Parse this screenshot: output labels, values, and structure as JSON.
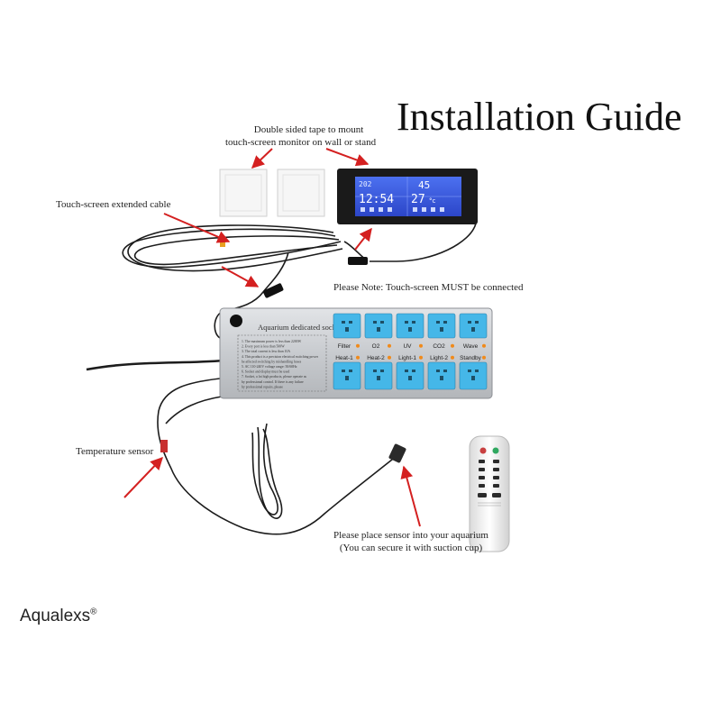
{
  "page": {
    "title": "Installation Guide",
    "brand": "Aqualexs",
    "brand_mark": "®"
  },
  "labels": {
    "tape_line1": "Double sided tape to mount",
    "tape_line2": "touch-screen monitor on wall or stand",
    "extended_cable": "Touch-screen extended cable",
    "note": "Please Note: Touch-screen MUST be connected",
    "temp_sensor": "Temperature sensor",
    "sensor_line1": "Please place sensor into your aquarium",
    "sensor_line2": "(You can secure it with suction cup)"
  },
  "monitor": {
    "date": "202",
    "time": "12:54",
    "top_right": "45",
    "temperature": "27",
    "unit": "°c"
  },
  "socket": {
    "header": "Aquarium dedicated socket",
    "top_row": [
      "Filter",
      "O2",
      "UV",
      "CO2",
      "Wave"
    ],
    "bottom_row": [
      "Heat-1",
      "Heat-2",
      "Light-1",
      "Light-2",
      "Standby"
    ],
    "warnings": [
      "1. The maximum power is less than 2200W",
      "2. Every port is less than 500W",
      "3. The total current is less than 10A",
      "4. This product is a precision electrical switching power",
      "   be affected switching by mishandling hoses",
      "5. AC 110-240V voltage range: 50/60Hz",
      "6. Socket and display must be used",
      "7. Socket, a lot high products, please operate as",
      "   by professional control. If there is any failure",
      "   by professional repairs, please"
    ]
  },
  "colors": {
    "arrow": "#d42020",
    "screen_blue": "#3a5be0",
    "outlet_blue": "#45b7e8",
    "indicator_orange": "#f08a1a"
  }
}
